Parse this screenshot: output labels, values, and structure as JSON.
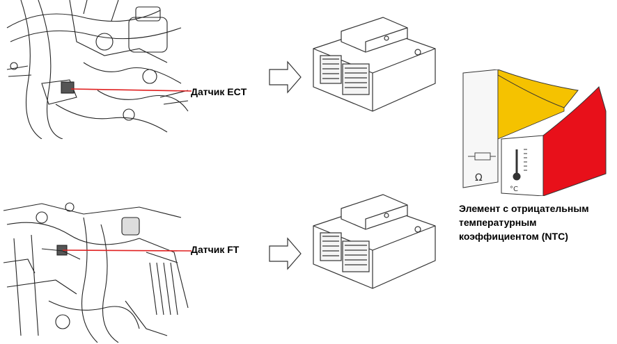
{
  "sensors": {
    "ect_label": "Датчик ECT",
    "ft_label": "Датчик FT"
  },
  "ntc_caption": {
    "line1": "Элемент с отрицательным",
    "line2": "температурным",
    "line3": "коэффициентом (NTC)"
  },
  "ntc_element": {
    "ohm_symbol": "Ω",
    "celsius_symbol": "°C"
  },
  "colors": {
    "sensor_line": "#e02020",
    "ntc_yellow": "#f5c200",
    "ntc_red": "#e8101a",
    "line_art": "#222222"
  }
}
